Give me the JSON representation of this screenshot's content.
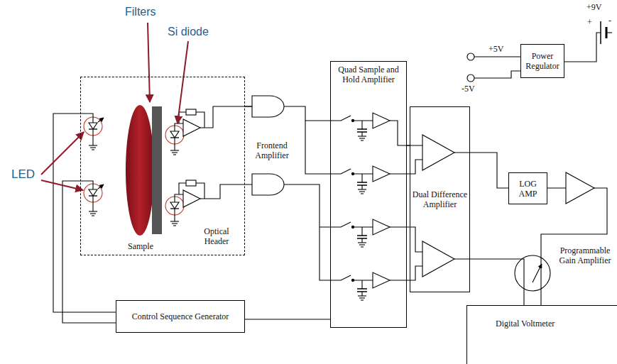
{
  "diagram": {
    "nodes": [
      {
        "text": [
          "Optical Header"
        ]
      },
      {
        "text": [
          "Quad Sample and Hold Amplifier"
        ]
      },
      {
        "text": [
          "Power Regulator"
        ]
      },
      {
        "text": [
          "Dual Difference Amplifier"
        ]
      },
      {
        "text": [
          "LOG AMP"
        ]
      },
      {
        "text": [
          "Control Sequence Generator"
        ]
      },
      {
        "text": [
          "Digital Voltmeter"
        ]
      }
    ],
    "edges": [
      {
        "from": 0,
        "to": 1,
        "arrow": "none"
      },
      {
        "from": 5,
        "to": 0,
        "arrow": "none"
      },
      {
        "from": 5,
        "to": 1,
        "arrow": "none"
      },
      {
        "from": 1,
        "to": 3,
        "arrow": "none"
      },
      {
        "from": 3,
        "to": 4,
        "arrow": "none"
      },
      {
        "from": 4,
        "to": 6,
        "arrow": "none"
      },
      {
        "from": 3,
        "to": 6,
        "arrow": "none"
      }
    ],
    "labels": [
      "Filters",
      "Si diode",
      "+9V",
      "+",
      "-",
      "+5V",
      "-5V",
      "LED",
      "Frontend Amplifier",
      "Sample",
      "Programmable Gain Amplifier"
    ]
  }
}
